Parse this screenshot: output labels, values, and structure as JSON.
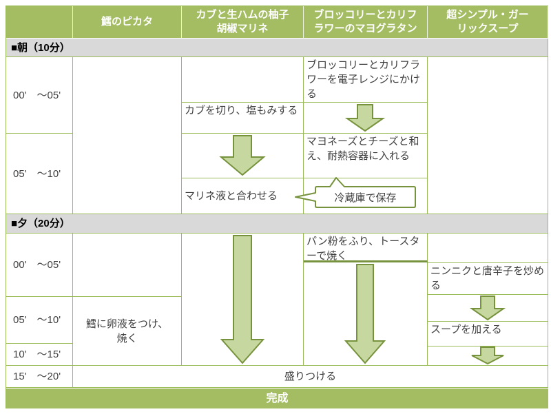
{
  "colors": {
    "header_green": "#a4bd63",
    "border_green": "#9bbb59",
    "dark_green": "#76923c",
    "arrow_fill": "#c6d89f",
    "section_gray": "#d9d9d9"
  },
  "header": {
    "corner": "",
    "dishes": [
      "鱈のピカタ",
      "カブと生ハムの柚子\n胡椒マリネ",
      "ブロッコリーとカリフ\nラワーのマヨグラタン",
      "超シンプル・ガー\nリックスープ"
    ]
  },
  "sections": {
    "morning": "■朝（10分）",
    "evening": "■夕（20分）"
  },
  "time_slots": {
    "m1": "00'　～05'",
    "m2": "05'　～10'",
    "e1": "00'　～05'",
    "e2": "05'　～10'",
    "e3": "10'　～15'",
    "e4": "15'　～20'"
  },
  "steps": {
    "kabu_cut": "カブを切り、塩もみする",
    "kabu_marinade": "マリネ液と合わせる",
    "broc_microwave": "ブロッコリーとカリフラワーを電子レンジにかける",
    "broc_mayo": "マヨネーズとチーズと和え、耐熱容器に入れる",
    "broc_callout": "冷蔵庫で保存",
    "broc_toast": "パン粉をふり、トースターで焼く",
    "tara_cook": "鱈に卵液をつけ、\n焼く",
    "soup_garlic": "ニンニクと唐辛子を炒める",
    "soup_add": "スープを加える",
    "serve": "盛りつける",
    "done": "完成"
  }
}
